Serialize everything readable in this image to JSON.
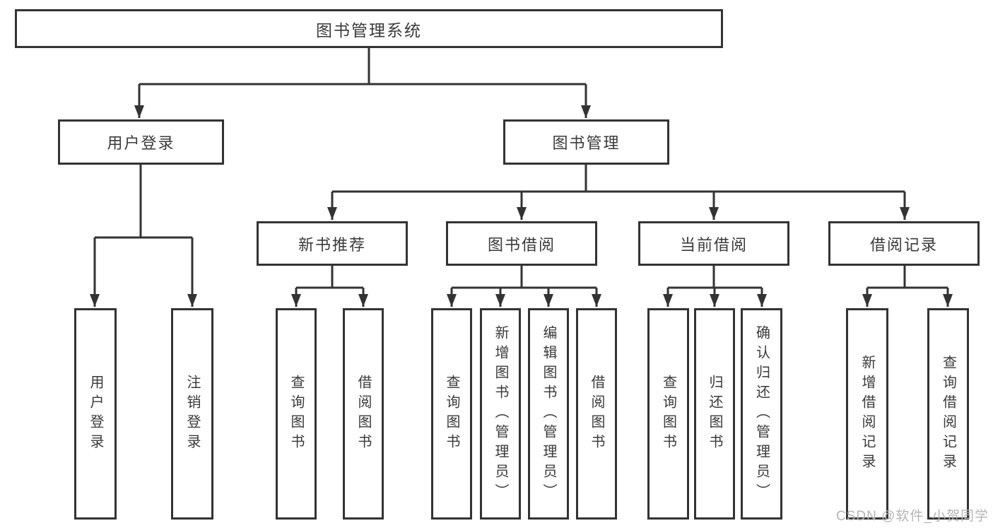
{
  "diagram": {
    "type": "tree",
    "root": {
      "label": "图书管理系统",
      "children": [
        {
          "label": "用户登录",
          "children": [
            {
              "label": "用户登录"
            },
            {
              "label": "注销登录"
            }
          ]
        },
        {
          "label": "图书管理",
          "children": [
            {
              "label": "新书推荐",
              "children": [
                {
                  "label": "查询图书"
                },
                {
                  "label": "借阅图书"
                }
              ]
            },
            {
              "label": "图书借阅",
              "children": [
                {
                  "label": "查询图书"
                },
                {
                  "label": "新增图书（管理员）"
                },
                {
                  "label": "编辑图书（管理员）"
                },
                {
                  "label": "借阅图书"
                }
              ]
            },
            {
              "label": "当前借阅",
              "children": [
                {
                  "label": "查询图书"
                },
                {
                  "label": "归还图书"
                },
                {
                  "label": "确认归还（管理员）"
                }
              ]
            },
            {
              "label": "借阅记录",
              "children": [
                {
                  "label": "新增借阅记录"
                },
                {
                  "label": "查询借阅记录"
                }
              ]
            }
          ]
        }
      ]
    }
  },
  "watermark": {
    "text": "CSDN @软件_小贺同学"
  },
  "colors": {
    "line": "#333333",
    "box_border": "#333333",
    "box_fill": "#ffffff",
    "text": "#3a3a3a",
    "watermark": "#b5b5b5",
    "background": "#ffffff"
  }
}
